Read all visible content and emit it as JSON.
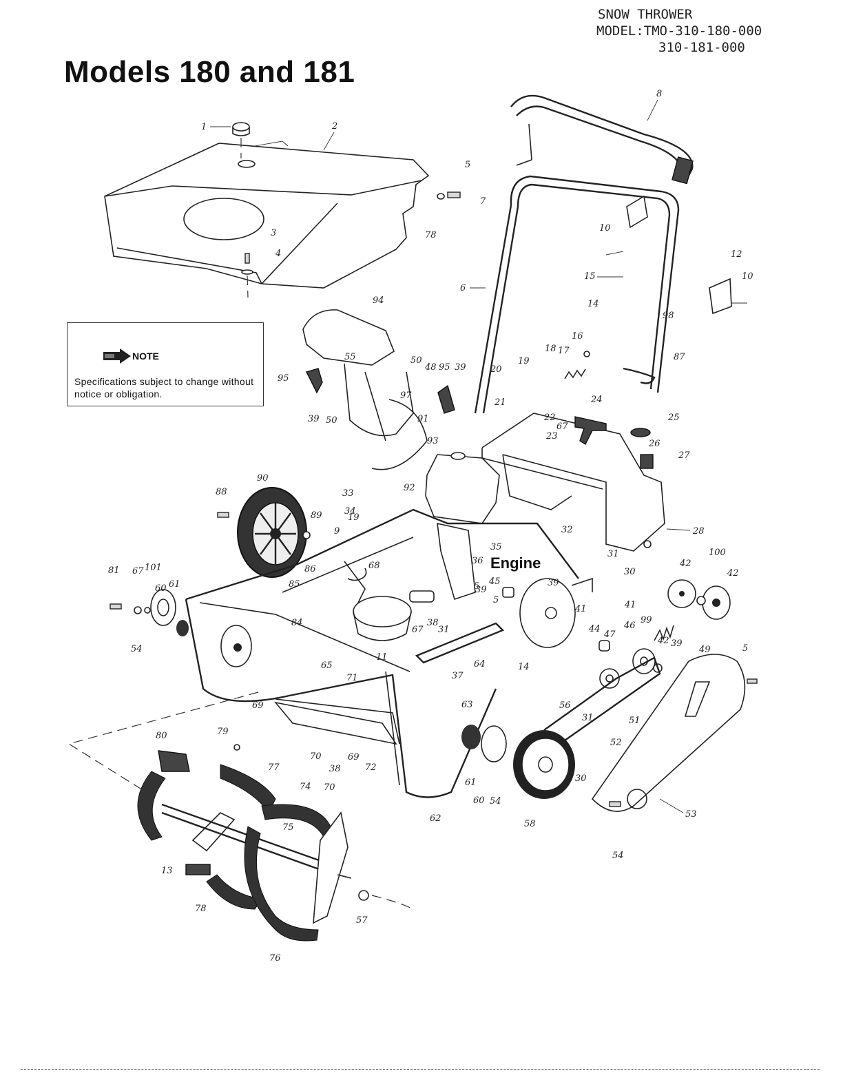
{
  "header": {
    "product_line": "SNOW THROWER",
    "model_line_1": "MODEL:TMO-310-180-000",
    "model_line_2": "310-181-000"
  },
  "title": "Models 180 and 181",
  "note": {
    "label": "NOTE",
    "text": "Specifications subject to change without notice or obligation."
  },
  "engine_label": "Engine",
  "part_labels": [
    "1",
    "2",
    "3",
    "4",
    "5",
    "5",
    "5",
    "5",
    "6",
    "7",
    "8",
    "9",
    "10",
    "10",
    "11",
    "12",
    "13",
    "14",
    "14",
    "15",
    "16",
    "17",
    "18",
    "19",
    "19",
    "20",
    "21",
    "22",
    "23",
    "24",
    "25",
    "26",
    "27",
    "28",
    "30",
    "30",
    "31",
    "31",
    "31",
    "32",
    "33",
    "34",
    "35",
    "36",
    "37",
    "38",
    "38",
    "39",
    "39",
    "39",
    "39",
    "39",
    "41",
    "41",
    "42",
    "42",
    "42",
    "44",
    "45",
    "46",
    "47",
    "48",
    "49",
    "50",
    "50",
    "51",
    "52",
    "53",
    "54",
    "54",
    "54",
    "55",
    "56",
    "57",
    "58",
    "60",
    "60",
    "61",
    "61",
    "62",
    "63",
    "64",
    "65",
    "67",
    "67",
    "67",
    "68",
    "69",
    "69",
    "70",
    "70",
    "71",
    "72",
    "74",
    "75",
    "76",
    "77",
    "78",
    "78",
    "79",
    "80",
    "81",
    "84",
    "85",
    "86",
    "87",
    "88",
    "89",
    "90",
    "91",
    "92",
    "93",
    "94",
    "95",
    "95",
    "97",
    "98",
    "99",
    "100",
    "101"
  ]
}
